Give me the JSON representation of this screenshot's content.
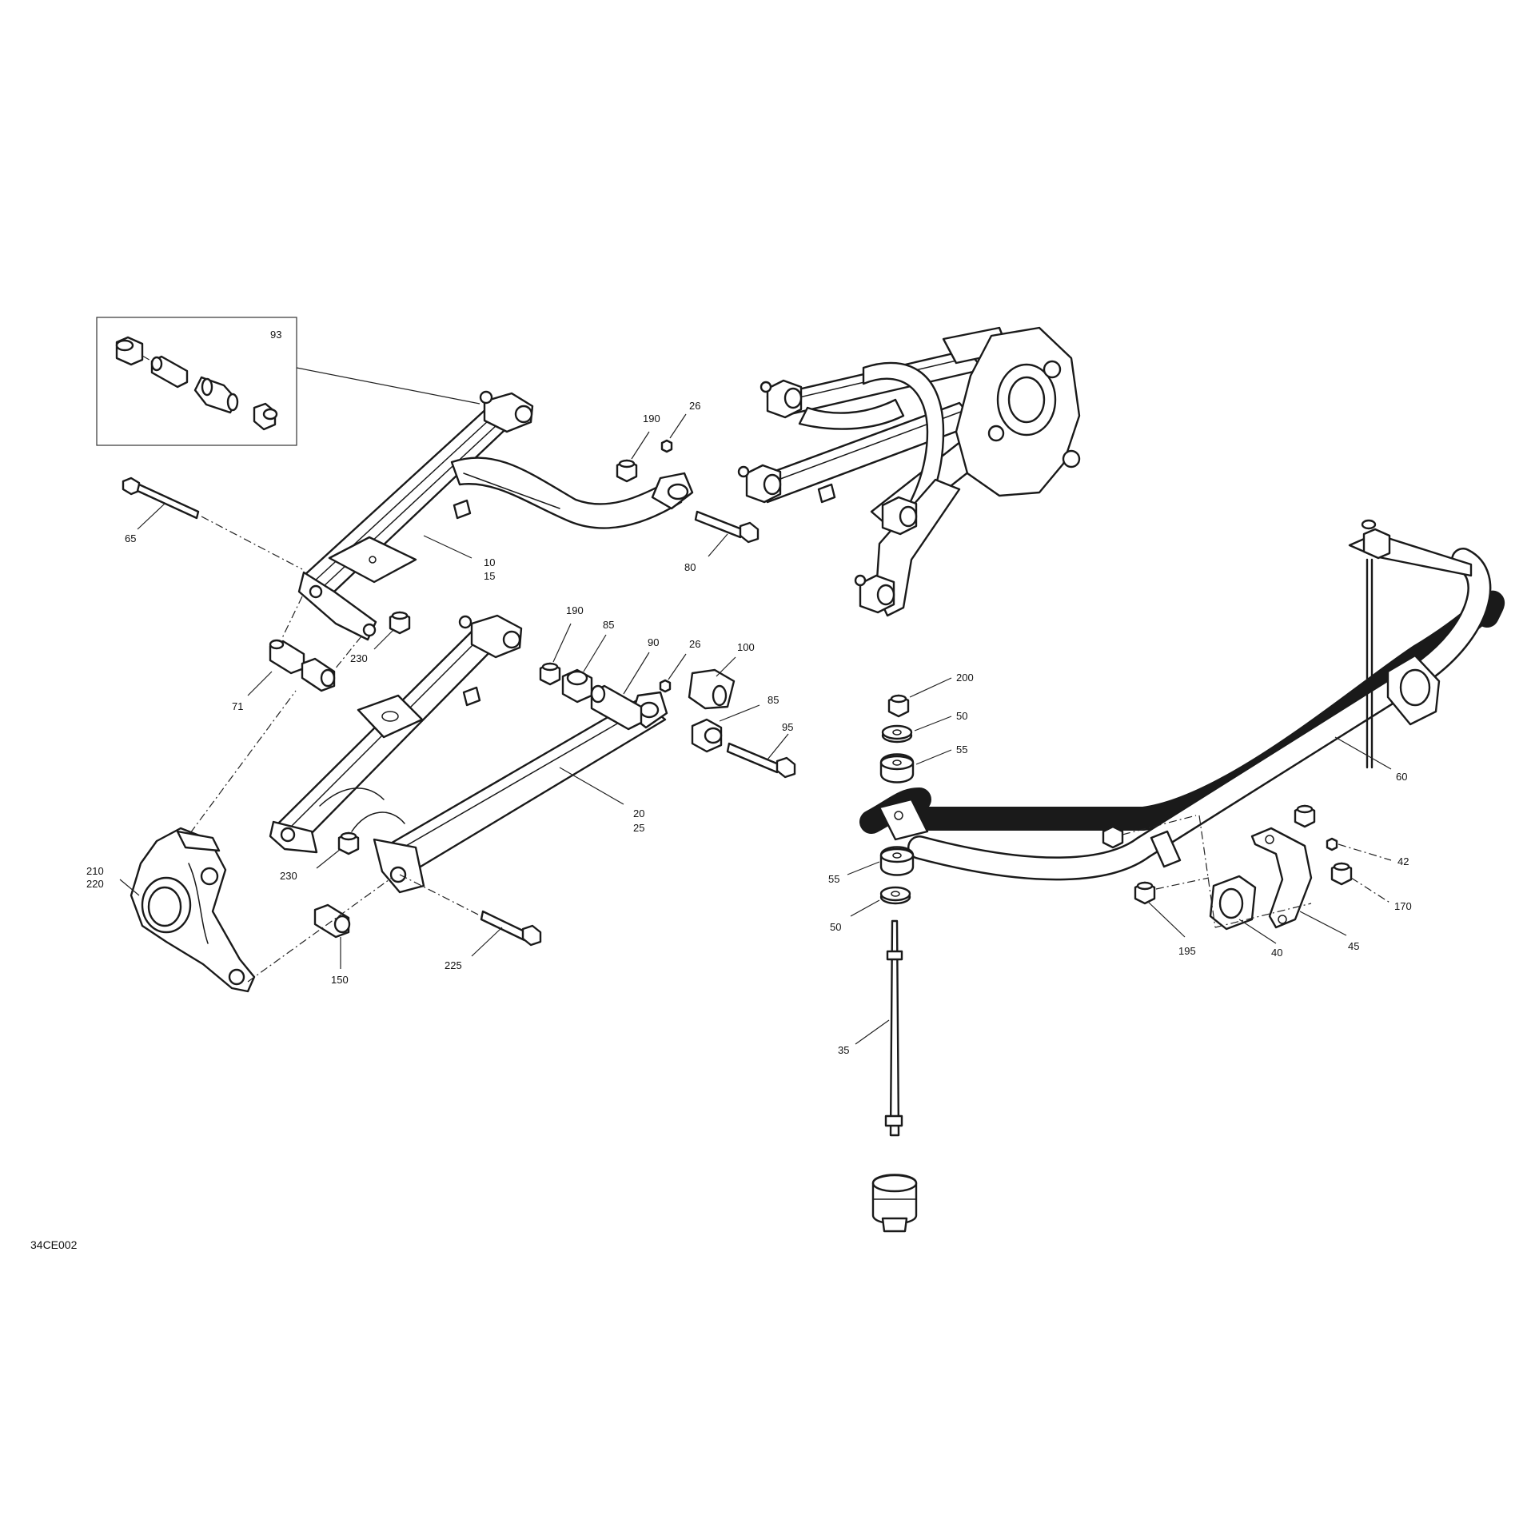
{
  "diagram_ref": "34CE002",
  "callouts": {
    "c93": "93",
    "c65": "65",
    "c10": "10",
    "c15": "15",
    "c190a": "190",
    "c26a": "26",
    "c80": "80",
    "c230a": "230",
    "c71": "71",
    "c190b": "190",
    "c85a": "85",
    "c90": "90",
    "c26b": "26",
    "c100": "100",
    "c85b": "85",
    "c95": "95",
    "c20": "20",
    "c25": "25",
    "c230b": "230",
    "c210": "210",
    "c220": "220",
    "c150": "150",
    "c225": "225",
    "c200": "200",
    "c50a": "50",
    "c55a": "55",
    "c60": "60",
    "c42": "42",
    "c55b": "55",
    "c50b": "50",
    "c170": "170",
    "c195": "195",
    "c40": "40",
    "c45": "45",
    "c35": "35"
  }
}
